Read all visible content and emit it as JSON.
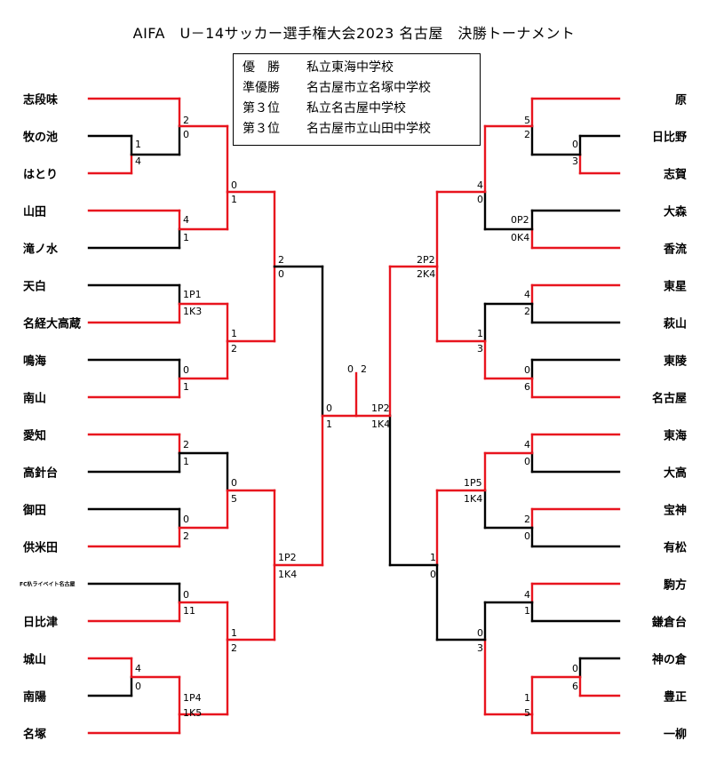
{
  "title": "AIFA　U－14サッカー選手権大会2023 名古屋　決勝トーナメント",
  "results": [
    {
      "place": "優　勝",
      "team": "私立東海中学校"
    },
    {
      "place": "準優勝",
      "team": "名古屋市立名塚中学校"
    },
    {
      "place": "第３位",
      "team": "私立名古屋中学校"
    },
    {
      "place": "第３位",
      "team": "名古屋市立山田中学校"
    }
  ],
  "left_teams": [
    "志段味",
    "牧の池",
    "はとり",
    "山田",
    "滝ノ水",
    "天白",
    "名経大高蔵",
    "鳴海",
    "南山",
    "愛知",
    "高針台",
    "御田",
    "供米田",
    "FC杁ライベイト名古屋",
    "日比津",
    "城山",
    "南陽",
    "名塚"
  ],
  "right_teams": [
    "原",
    "日比野",
    "志賀",
    "大森",
    "香流",
    "東星",
    "萩山",
    "東陵",
    "名古屋",
    "東海",
    "大高",
    "宝神",
    "有松",
    "駒方",
    "鎌倉台",
    "神の倉",
    "豊正",
    "一柳"
  ],
  "colors": {
    "winner": "#e8141e",
    "loser": "#000000"
  },
  "scores": {
    "l1": [
      "1",
      "4"
    ],
    "l2": [
      "2",
      "0"
    ],
    "l3": [
      "4",
      "1"
    ],
    "l4": [
      "0",
      "1"
    ],
    "l5": [
      "1P1",
      "1K3"
    ],
    "l6": [
      "0",
      "1"
    ],
    "l7": [
      "1",
      "2"
    ],
    "l8": [
      "2",
      "0"
    ],
    "l9": [
      "2",
      "1"
    ],
    "l10": [
      "0",
      "2"
    ],
    "l11": [
      "0",
      "5"
    ],
    "l12": [
      "0",
      "11"
    ],
    "l13": [
      "4",
      "0"
    ],
    "l14": [
      "1P4",
      "1K5"
    ],
    "l15": [
      "1",
      "2"
    ],
    "l16": [
      "1P2",
      "1K4"
    ],
    "lsf": [
      "0",
      "1"
    ],
    "r1": [
      "0",
      "3"
    ],
    "r2": [
      "5",
      "2"
    ],
    "r3": [
      "0P2",
      "0K4"
    ],
    "r4": [
      "4",
      "0"
    ],
    "r5": [
      "4",
      "2"
    ],
    "r6": [
      "0",
      "6"
    ],
    "r7": [
      "1",
      "3"
    ],
    "r8": [
      "2P2",
      "2K4"
    ],
    "r9": [
      "4",
      "0"
    ],
    "r10": [
      "2",
      "0"
    ],
    "r11": [
      "1P5",
      "1K4"
    ],
    "r12": [
      "4",
      "1"
    ],
    "r13": [
      "0",
      "6"
    ],
    "r14": [
      "1",
      "5"
    ],
    "r15": [
      "0",
      "3"
    ],
    "r16": [
      "1",
      "0"
    ],
    "rsf": [
      "1P2",
      "1K4"
    ],
    "final": [
      "0",
      "2"
    ]
  }
}
